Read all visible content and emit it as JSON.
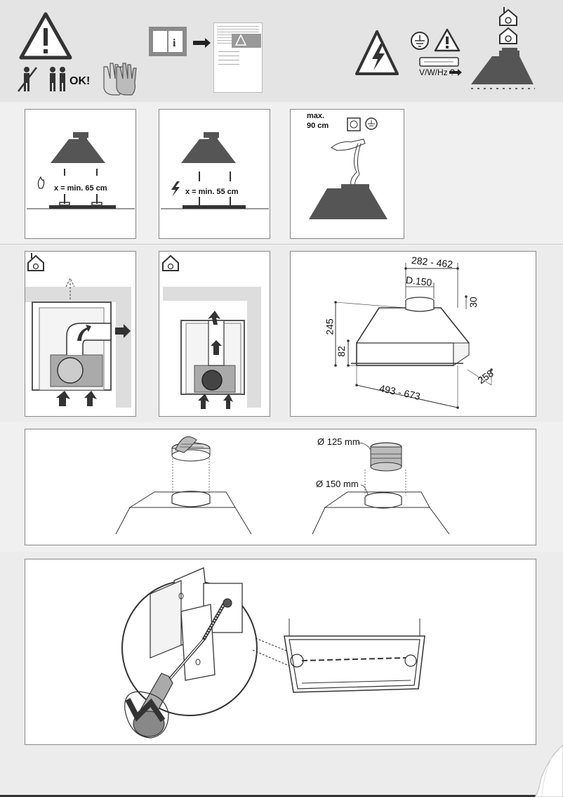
{
  "safety": {
    "ok_label": "OK!",
    "voltage_label": "V/W/Hz ?"
  },
  "clearances": {
    "gas_label": "x = min. 65 cm",
    "electric_label": "x = min. 55 cm",
    "max_height_label": "max.",
    "max_height_value": "90 cm"
  },
  "dimensions": {
    "top_range": "282 - 462",
    "duct_diameter": "D.150",
    "top_height": "30",
    "total_height": "245",
    "lower_height": "82",
    "width_range": "493 - 673",
    "depth": "258"
  },
  "adapter": {
    "diameter_small": "Ø 125 mm",
    "diameter_large": "Ø 150 mm"
  }
}
